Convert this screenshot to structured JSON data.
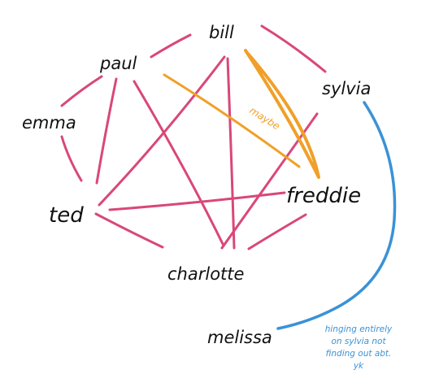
{
  "colors": {
    "pink": "#d9477a",
    "orange": "#f0a028",
    "blue": "#3a92d6",
    "ink": "#111111"
  },
  "people": {
    "bill": "bill",
    "paul": "paul",
    "sylvia": "sylvia",
    "emma": "emma",
    "ted": "ted",
    "freddie": "freddie",
    "charlotte": "charlotte",
    "melissa": "melissa"
  },
  "notes": {
    "maybe": "maybe",
    "melissa_lines": [
      "hinging entirely",
      "on sylvia not",
      "finding out abt.",
      "yk"
    ]
  }
}
